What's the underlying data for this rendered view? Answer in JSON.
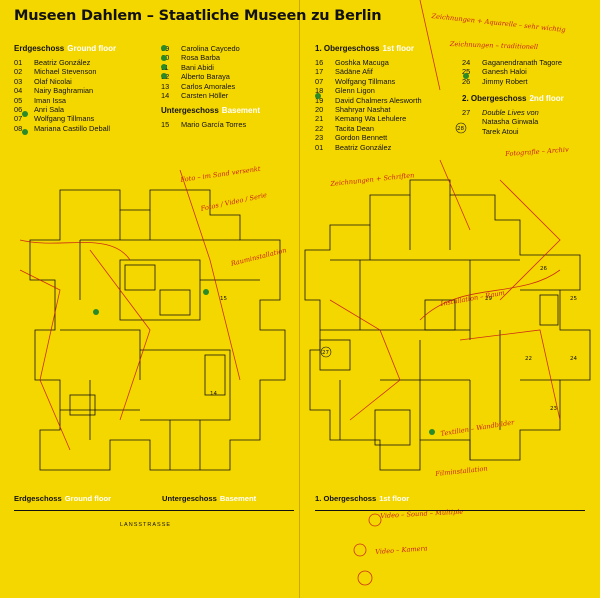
{
  "title": "Museen Dahlem – Staatliche Museen zu Berlin",
  "ground_floor": {
    "header_de": "Erdgeschoss",
    "header_en": "Ground floor",
    "rooms": [
      {
        "no": "01",
        "name": "Beatriz González"
      },
      {
        "no": "02",
        "name": "Michael Stevenson"
      },
      {
        "no": "03",
        "name": "Olaf Nicolai"
      },
      {
        "no": "04",
        "name": "Nairy Baghramian"
      },
      {
        "no": "05",
        "name": "Iman Issa"
      },
      {
        "no": "06",
        "name": "Anri Sala"
      },
      {
        "no": "07",
        "name": "Wolfgang Tillmans"
      },
      {
        "no": "08",
        "name": "Mariana Castillo Deball"
      }
    ],
    "rooms_b": [
      {
        "no": "09",
        "name": "Carolina Caycedo"
      },
      {
        "no": "10",
        "name": "Rosa Barba"
      },
      {
        "no": "11",
        "name": "Bani Abidi"
      },
      {
        "no": "12",
        "name": "Alberto Baraya"
      },
      {
        "no": "13",
        "name": "Carlos Amorales"
      },
      {
        "no": "14",
        "name": "Carsten Höller"
      }
    ]
  },
  "basement": {
    "header_de": "Untergeschoss",
    "header_en": "Basement",
    "rooms": [
      {
        "no": "15",
        "name": "Mario García Torres"
      }
    ]
  },
  "first_floor": {
    "header_de": "1. Obergeschoss",
    "header_en": "1st floor",
    "rooms": [
      {
        "no": "16",
        "name": "Goshka Macuga"
      },
      {
        "no": "17",
        "name": "Sädäne Afif"
      },
      {
        "no": "07",
        "name": "Wolfgang Tillmans"
      },
      {
        "no": "18",
        "name": "Glenn Ligon"
      },
      {
        "no": "19",
        "name": "David Chalmers Alesworth"
      },
      {
        "no": "20",
        "name": "Shahryar Nashat"
      },
      {
        "no": "21",
        "name": "Kemang Wa Lehulere"
      },
      {
        "no": "22",
        "name": "Tacita Dean"
      },
      {
        "no": "23",
        "name": "Gordon Bennett"
      },
      {
        "no": "01",
        "name": "Beatriz González"
      }
    ]
  },
  "first_floor_b": {
    "rooms": [
      {
        "no": "24",
        "name": "Gaganendranath Tagore"
      },
      {
        "no": "25",
        "name": "Ganesh Haloi"
      },
      {
        "no": "26",
        "name": "Jimmy Robert"
      }
    ]
  },
  "second_floor": {
    "header_de": "2. Obergeschoss",
    "header_en": "2nd floor",
    "rooms": [
      {
        "no": "27",
        "name": "Double Lives von",
        "italic": true
      },
      {
        "no": "",
        "name": "Natasha Ginwala"
      },
      {
        "no": "",
        "name": "Tarek Atoui"
      }
    ]
  },
  "footer": {
    "ground_de": "Erdgeschoss",
    "ground_en": "Ground floor",
    "basement_de": "Untergeschoss",
    "basement_en": "Basement",
    "first_de": "1. Obergeschoss",
    "first_en": "1st floor",
    "street": "LANSSTRASSE"
  },
  "plan_numbers": [
    "27",
    "28",
    "29",
    "22",
    "23",
    "24",
    "25",
    "26",
    "14",
    "15"
  ],
  "colors": {
    "paper": "#f5d700",
    "ink": "#111111",
    "annotation": "#c4121a",
    "marker_green": "#2a8a2a"
  },
  "annotations": [
    "Zeichnungen + Aquarelle – sehr wichtig",
    "Zeichnungen – traditionell",
    "Foto – im Sand versenkt",
    "Fotos / Video / Serie",
    "Zeichnungen + Schriften",
    "Rauminstallation",
    "Video – Sound – Multiple",
    "Fotografie – Archiv",
    "Installation – Raum",
    "Textilien – Wandbilder",
    "Filminstallation",
    "Video – Kamera"
  ]
}
